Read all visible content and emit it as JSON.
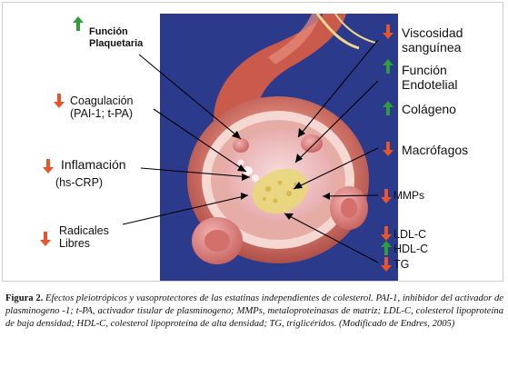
{
  "colors": {
    "panel_bg": "#2c3a8c",
    "arrow_up": "#2f9e3a",
    "arrow_down": "#e8552b",
    "vessel_wall": "#c95a4c",
    "lumen_pink": "#f2c6c6",
    "plaque_yellow": "#e9d77a"
  },
  "labels": {
    "funcion_plaquetaria": {
      "text": "Función\nPlaquetaria",
      "arrow": "up"
    },
    "coagulacion": {
      "text": "Coagulación\n(PAI-1; t-PA)",
      "arrow": "down"
    },
    "inflamacion": {
      "title": "Inflamación",
      "sub": "(hs-CRP)",
      "arrow": "down"
    },
    "radicales_libres": {
      "text": "Radicales\nLibres",
      "arrow": "down"
    },
    "viscosidad": {
      "text": "Viscosidad\nsanguínea",
      "arrow": "down"
    },
    "funcion_endotelial": {
      "text": "Función\nEndotelial",
      "arrow": "up"
    },
    "colageno": {
      "text": "Colágeno",
      "arrow": "up"
    },
    "macrofagos": {
      "text": "Macrófagos",
      "arrow": "down"
    },
    "mmps": {
      "text": "MMPs",
      "arrow": "down"
    },
    "ldl_c": {
      "text": "LDL-C",
      "arrow": "down"
    },
    "hdl_c": {
      "text": "HDL-C",
      "arrow": "up"
    },
    "tg": {
      "text": "TG",
      "arrow": "down"
    }
  },
  "caption": {
    "figure_label": "Figura 2.",
    "text": " Efectos pleiotrópicos  y vasoprotectores de las estatinas independientes de colesterol. PAI-1, inhibidor del activador de plasminogeno -1; t-PA, activador tisular de plasminogeno; MMPs, metaloproteinasas de matriz; LDL-C, colesterol lipoproteína de baja densidad; HDL-C, colesterol lipoproteína de alta densidad; TG, triglicéridos. (Modificado de Endres, 2005)"
  }
}
